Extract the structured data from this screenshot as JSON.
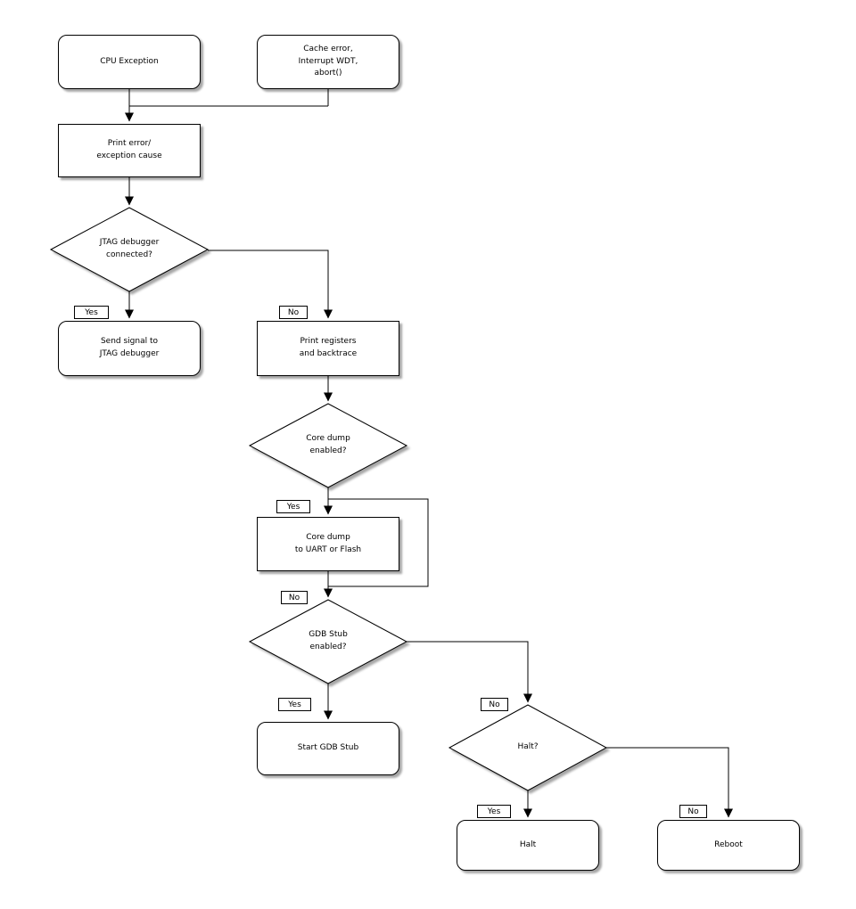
{
  "diagram": {
    "colors": {
      "background": "#ffffff",
      "line": "#000000",
      "node_fill": "#ffffff",
      "text": "#000000"
    },
    "nodes": {
      "cpu_exception": "CPU Exception",
      "cache_error": "Cache error,\nInterrupt WDT,\nabort()",
      "print_error": "Print error/\nexception cause",
      "jtag_connected": "JTAG debugger\nconnected?",
      "send_signal": "Send signal to\nJTAG debugger",
      "print_registers": "Print registers\nand backtrace",
      "core_dump_enabled": "Core dump\nenabled?",
      "core_dump": "Core dump\nto UART or Flash",
      "gdb_stub_enabled": "GDB Stub\nenabled?",
      "start_gdb_stub": "Start GDB Stub",
      "halt_question": "Halt?",
      "halt": "Halt",
      "reboot": "Reboot"
    },
    "edge_labels": {
      "jtag_yes": "Yes",
      "jtag_no": "No",
      "core_dump_yes": "Yes",
      "core_dump_no": "No",
      "gdb_yes": "Yes",
      "gdb_no": "No",
      "halt_yes": "Yes",
      "halt_no": "No"
    }
  }
}
